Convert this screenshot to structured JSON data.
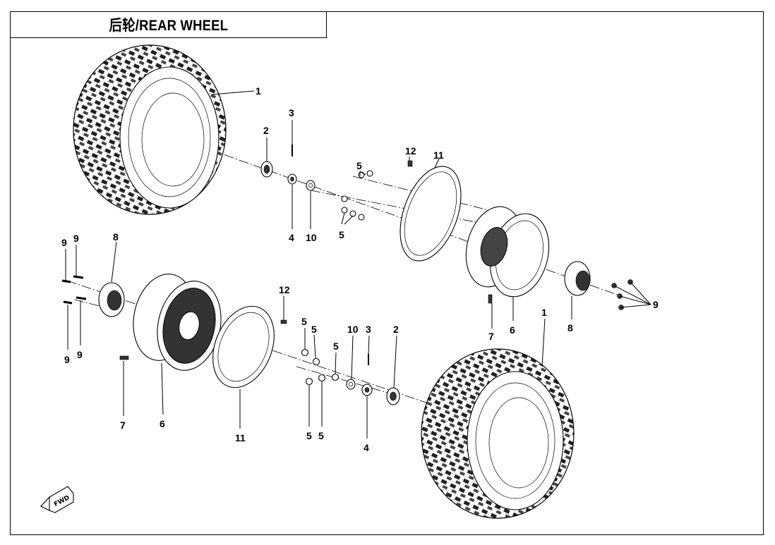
{
  "header": {
    "title": "后轮/REAR WHEEL"
  },
  "fwd_badge": {
    "text": "FWD"
  },
  "callouts": {
    "tire_upper": "1",
    "valve_cap_upper": "2",
    "stud_upper": "3",
    "bearing_upper": "4",
    "nuts_upper_a": "5",
    "nuts_upper_b": "5",
    "washer_upper": "10",
    "bolt_upper": "12",
    "beadlock_ring_upper": "11",
    "rim_upper_bolt": "7",
    "rim_upper": "6",
    "hub_upper": "8",
    "hub_bolts_upper": "9",
    "bolt_left_a": "9",
    "bolt_left_b": "9",
    "bolt_left_c": "9",
    "bolt_left_d": "9",
    "hub_lower": "8",
    "bolt_lower": "12",
    "nut_lower_a": "5",
    "nut_lower_b": "5",
    "nut_lower_c": "5",
    "nut_lower_d": "5",
    "nut_lower_e": "5",
    "washer_lower": "10",
    "stud_lower": "3",
    "valve_cap_lower": "2",
    "bearing_lower": "4",
    "rim_bolt_lower": "7",
    "rim_lower": "6",
    "beadlock_ring_lower": "11",
    "tire_lower": "1"
  }
}
